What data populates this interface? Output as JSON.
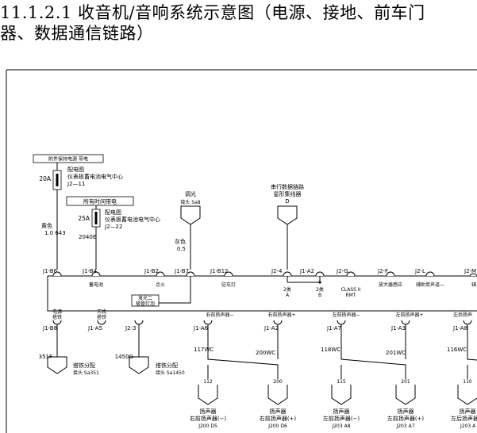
{
  "title": {
    "line1": "11.1.2.1 收音机/音响系统示意图（电源、接地、前车门",
    "line2": "器、数据通信链路）"
  },
  "power": {
    "box1": "附件保持电源 带电",
    "fuse1": "20A",
    "fuse1_note1": "配电图",
    "fuse1_note2": "仪表板蓄电池电气中心",
    "fuse1_note3": "J2—11",
    "box2": "所有时间带电",
    "fuse2": "25A",
    "fuse2_note1": "配电图",
    "fuse2_note2": "仪表板蓄电池电气中心",
    "fuse2_note3": "J2—22",
    "wire_2040e": "2040E",
    "wire_color": "黄色",
    "wire_spec": "1.0  643"
  },
  "dimmer": {
    "label1": "调光",
    "label2": "接头 Sa8",
    "wire_color": "灰色",
    "wire_spec": "0.5"
  },
  "datalink": {
    "label1": "串行数据链路",
    "label2": "星形集线器",
    "label3": "D"
  },
  "connectors_top": [
    {
      "pin": "J1-B6",
      "desc": ""
    },
    {
      "pin": "J1-B4",
      "desc": "蓄电池"
    },
    {
      "pin": "J1-B2",
      "desc": "点火"
    },
    {
      "pin": "J1-B7",
      "desc": ""
    },
    {
      "pin": "J1-B12",
      "desc": "驻车灯"
    },
    {
      "pin": "J2-4",
      "desc": "2类\nA"
    },
    {
      "pin": "J1-A2",
      "desc": "2类\nB"
    },
    {
      "pin": "J2-G",
      "desc": "CLASS II\nRMT"
    },
    {
      "pin": "J2-F",
      "desc": "放大器感应"
    },
    {
      "pin": "J2-L",
      "desc": "辅助单声道—"
    },
    {
      "pin": "J2-M",
      "desc": "辅"
    }
  ],
  "inner_labels": {
    "power_ground": "电源\n搭铁",
    "antenna_ground": "天线\n搭铁",
    "radio_box": "发光二\n极管灯泡",
    "rf_minus": "右前扬声器−",
    "rf_plus": "右前扬声器+",
    "lf_minus": "左前扬声器−",
    "lf_plus": "左前扬声器+",
    "lr_minus": "左后扬声"
  },
  "connectors_bottom": [
    {
      "pin": "J1-B8"
    },
    {
      "pin": "J1-A5"
    },
    {
      "pin": "J2-3"
    },
    {
      "pin": "J1-A6"
    },
    {
      "pin": "J1-A2"
    },
    {
      "pin": "J1-A7"
    },
    {
      "pin": "J1-A3"
    },
    {
      "pin": "J1-A8"
    }
  ],
  "grounds": [
    {
      "wire": "351F",
      "label1": "搭铁分配",
      "label2": "接头 Sa351"
    },
    {
      "wire": "1450G",
      "label1": "搭铁分配",
      "label2": "接头 Sa1450"
    }
  ],
  "wires": [
    "117WC",
    "200WC",
    "118WC",
    "201WC",
    "116WC"
  ],
  "speakers": [
    {
      "num": "112",
      "name": "扬声器",
      "desc": "右前扬声器(−)",
      "conn": "J200  D5"
    },
    {
      "num": "200",
      "name": "扬声器",
      "desc": "右前扬声器(+)",
      "conn": "J200  D6"
    },
    {
      "num": "115",
      "name": "扬声器",
      "desc": "左前扬声器(−)",
      "conn": "J203  A8"
    },
    {
      "num": "201",
      "name": "扬声器",
      "desc": "左前扬声器(+)",
      "conn": "J203  A7"
    },
    {
      "num": "110",
      "name": "扬声器",
      "desc": "左后扬声器",
      "conn": "J203  A"
    }
  ]
}
